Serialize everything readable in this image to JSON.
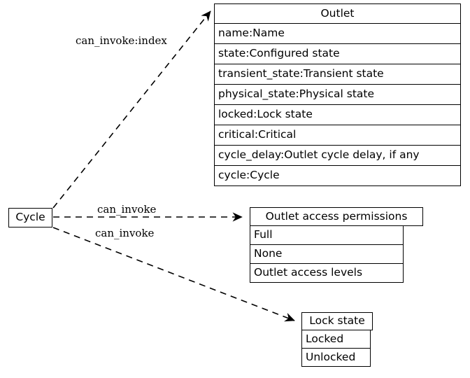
{
  "diagram": {
    "type": "uml-class-diagram",
    "background_color": "#ffffff",
    "line_color": "#000000",
    "text_color": "#000000"
  },
  "nodes": {
    "cycle": {
      "title": "Cycle",
      "attributes": []
    },
    "outlet": {
      "title": "Outlet",
      "attributes": [
        "name:Name",
        "state:Configured state",
        "transient_state:Transient state",
        "physical_state:Physical state",
        "locked:Lock state",
        "critical:Critical",
        "cycle_delay:Outlet cycle delay, if any",
        "cycle:Cycle"
      ]
    },
    "outlet_access_permissions": {
      "title": "Outlet access permissions",
      "attributes": [
        "Full",
        "None",
        "Outlet access levels"
      ]
    },
    "lock_state": {
      "title": "Lock state",
      "attributes": [
        "Locked",
        "Unlocked"
      ]
    }
  },
  "edges": [
    {
      "id": "cycle-to-outlet",
      "label": "can_invoke:index",
      "from": "cycle",
      "to": "outlet",
      "style": "dashed",
      "arrowhead": "open"
    },
    {
      "id": "cycle-to-permissions",
      "label": "can_invoke",
      "from": "cycle",
      "to": "outlet_access_permissions",
      "style": "dashed",
      "arrowhead": "open"
    },
    {
      "id": "cycle-to-lock-state",
      "label": "can_invoke",
      "from": "cycle",
      "to": "lock_state",
      "style": "dashed",
      "arrowhead": "open"
    }
  ]
}
